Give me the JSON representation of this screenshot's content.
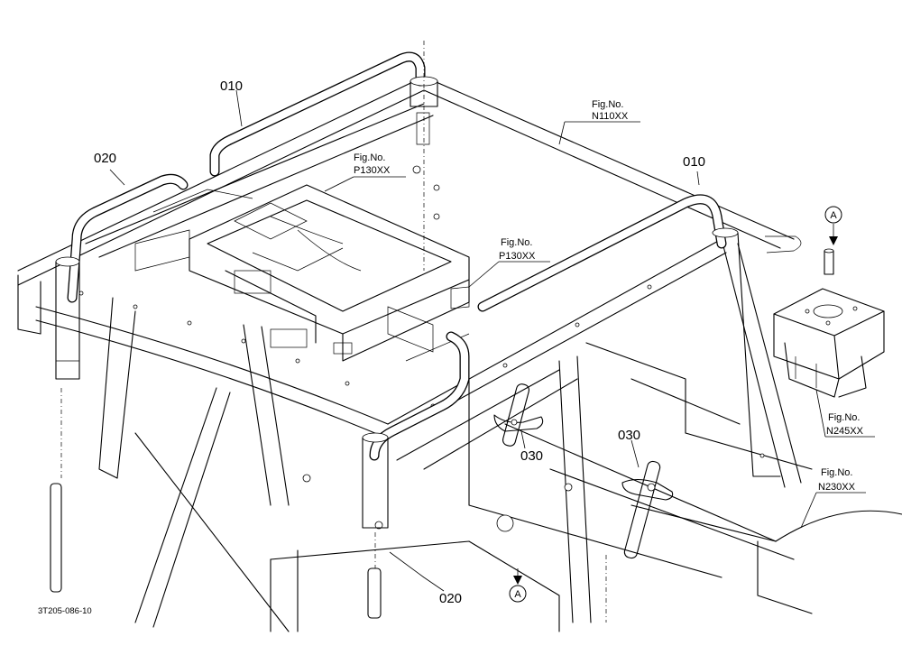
{
  "drawing": {
    "parts": [
      {
        "id": "p010a",
        "label": "010"
      },
      {
        "id": "p010b",
        "label": "010"
      },
      {
        "id": "p020a",
        "label": "020"
      },
      {
        "id": "p020b",
        "label": "020"
      },
      {
        "id": "p030a",
        "label": "030"
      },
      {
        "id": "p030b",
        "label": "030"
      }
    ],
    "references": [
      {
        "id": "n110",
        "line1": "Fig.No.",
        "line2": "N110XX"
      },
      {
        "id": "p130a",
        "line1": "Fig.No.",
        "line2": "P130XX"
      },
      {
        "id": "p130b",
        "line1": "Fig.No.",
        "line2": "P130XX"
      },
      {
        "id": "n245",
        "line1": "Fig.No.",
        "line2": "N245XX"
      },
      {
        "id": "n230",
        "line1": "Fig.No.",
        "line2": "N230XX"
      }
    ],
    "view_markers": [
      {
        "id": "a_top",
        "label": "A"
      },
      {
        "id": "a_bottom",
        "label": "A"
      }
    ],
    "drawing_code": "3T205-086-10"
  }
}
